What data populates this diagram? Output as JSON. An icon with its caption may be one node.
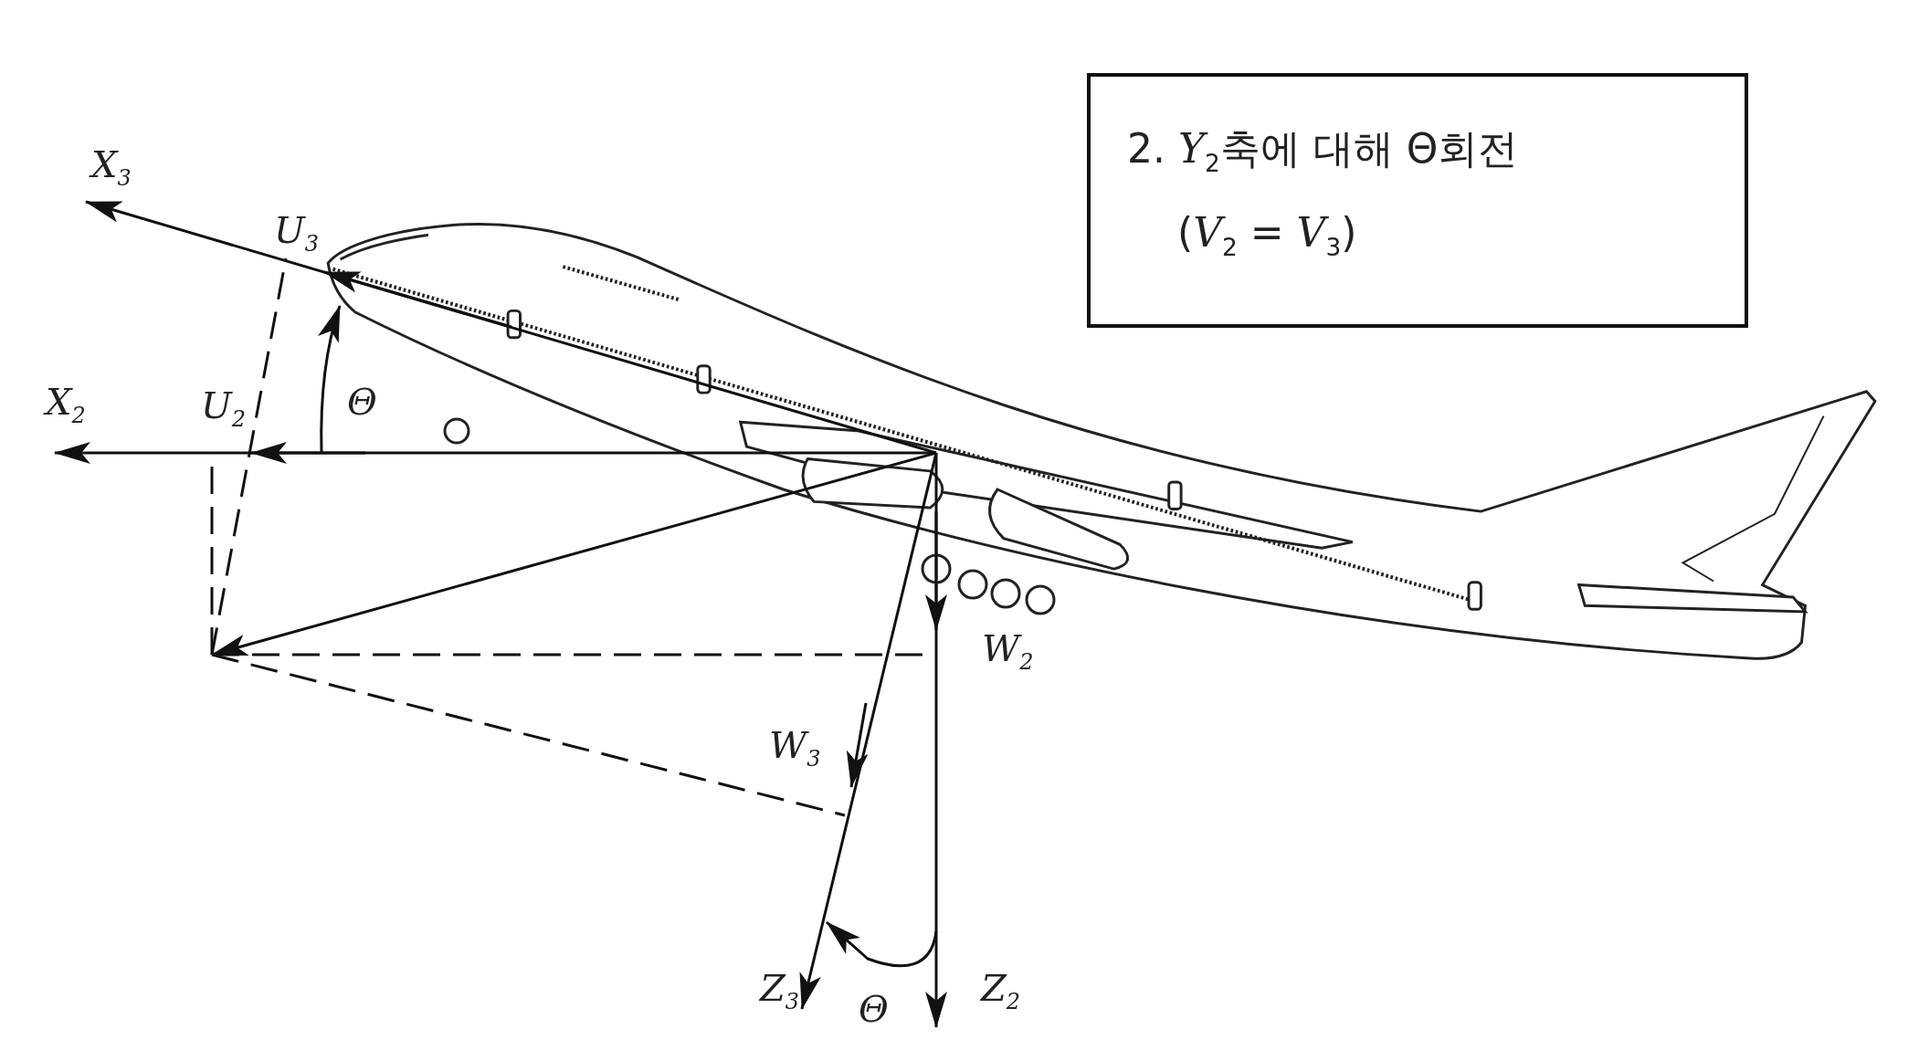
{
  "diagram": {
    "nodes": [
      {
        "text": [
          "2. *Y*$_{2}$축에 대해 Θ회전",
          "(*V*$_{2}$ = *V*$_{3}$)"
        ]
      }
    ],
    "labels": [
      "X$_{3}$",
      "U$_{3}$",
      "X$_{2}$",
      "U$_{2}$",
      "Θ",
      "W$_{2}$",
      "W$_{3}$",
      "Z$_{3}$",
      "Θ",
      "Z$_{2}$"
    ]
  }
}
